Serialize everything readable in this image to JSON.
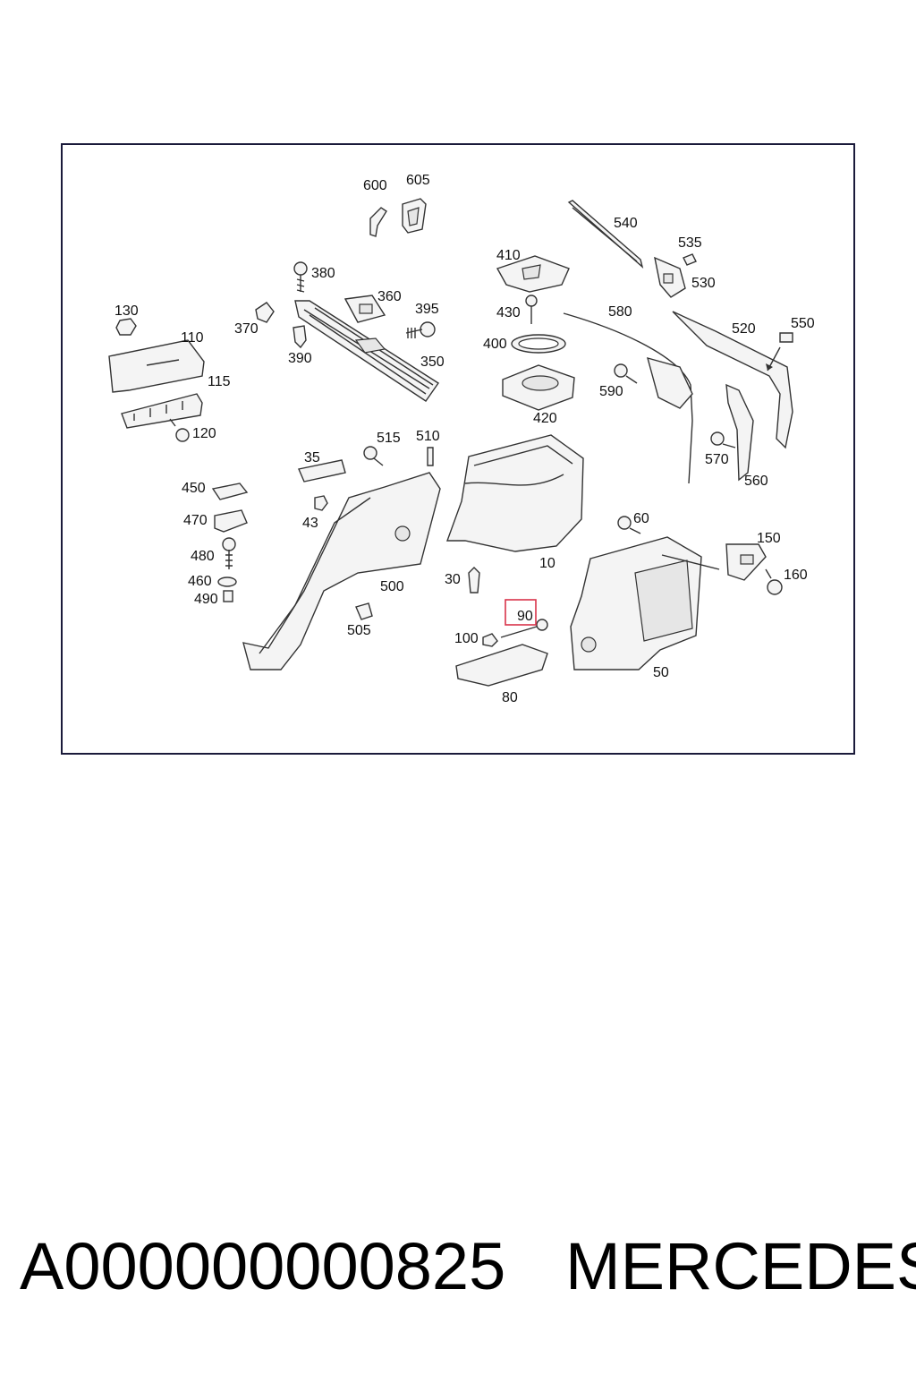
{
  "diagram": {
    "highlight_color": "#d9334a",
    "highlighted_label": "90",
    "callouts": [
      "600",
      "605",
      "540",
      "535",
      "530",
      "380",
      "360",
      "395",
      "410",
      "430",
      "580",
      "520",
      "550",
      "370",
      "390",
      "350",
      "400",
      "590",
      "420",
      "130",
      "110",
      "115",
      "120",
      "35",
      "515",
      "510",
      "570",
      "560",
      "450",
      "470",
      "43",
      "480",
      "460",
      "490",
      "505",
      "500",
      "30",
      "10",
      "60",
      "150",
      "160",
      "90",
      "100",
      "80",
      "50"
    ]
  },
  "footer": {
    "part_number": "A000000000825",
    "brand": "MERCEDES"
  }
}
